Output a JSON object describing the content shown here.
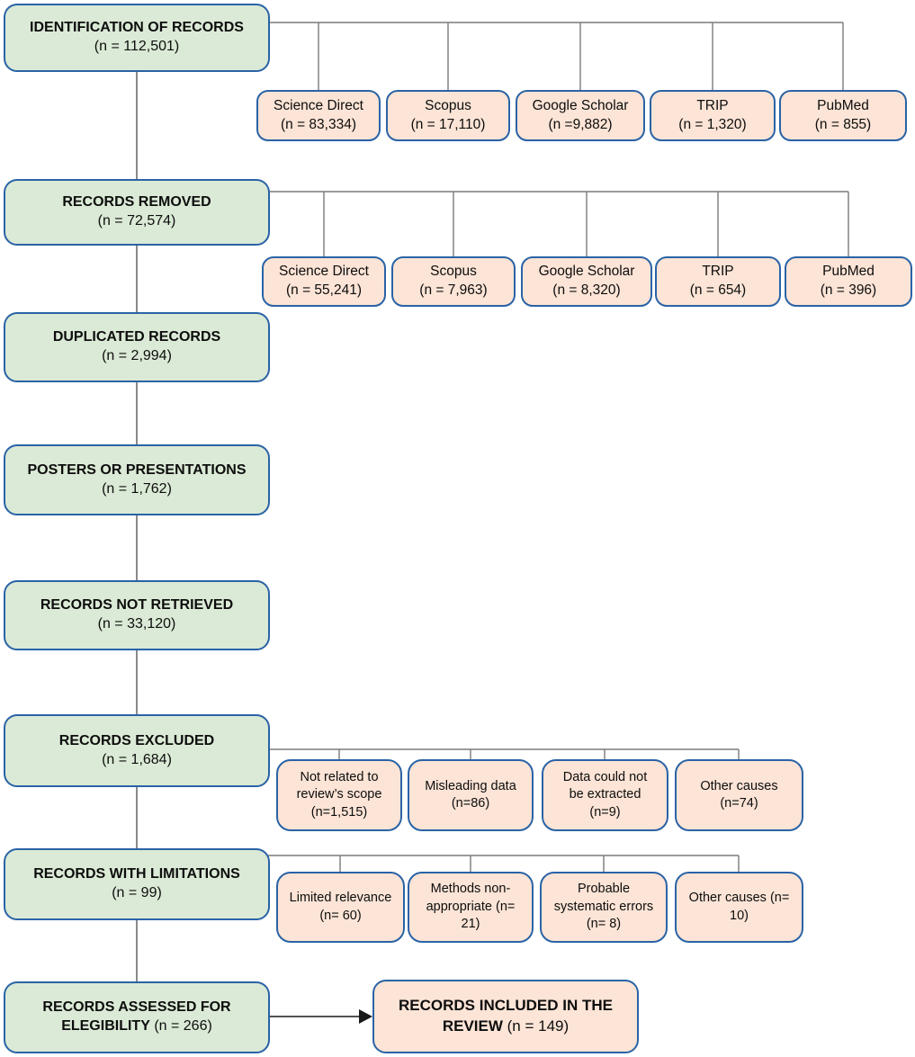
{
  "diagram": {
    "stages": [
      {
        "title": "IDENTIFICATION OF RECORDS",
        "count": "(n = 112,501)"
      },
      {
        "title": "RECORDS REMOVED",
        "count": "(n = 72,574)"
      },
      {
        "title": "DUPLICATED RECORDS",
        "count": "(n = 2,994)"
      },
      {
        "title": "POSTERS OR PRESENTATIONS",
        "count": "(n = 1,762)"
      },
      {
        "title": "RECORDS NOT RETRIEVED",
        "count": "(n = 33,120)"
      },
      {
        "title": "RECORDS EXCLUDED",
        "count": "(n = 1,684)"
      },
      {
        "title": "RECORDS WITH LIMITATIONS",
        "count": "(n = 99)"
      },
      {
        "title": "RECORDS ASSESSED FOR ELEGIBILITY",
        "count": "(n = 266)"
      }
    ],
    "sources_identified": [
      {
        "label": "Science Direct",
        "count": "(n = 83,334)"
      },
      {
        "label": "Scopus",
        "count": "(n = 17,110)"
      },
      {
        "label": "Google Scholar",
        "count": "(n =9,882)"
      },
      {
        "label": "TRIP",
        "count": "(n = 1,320)"
      },
      {
        "label": "PubMed",
        "count": "(n = 855)"
      }
    ],
    "sources_removed": [
      {
        "label": "Science Direct",
        "count": "(n = 55,241)"
      },
      {
        "label": "Scopus",
        "count": "(n = 7,963)"
      },
      {
        "label": "Google Scholar",
        "count": "(n = 8,320)"
      },
      {
        "label": "TRIP",
        "count": "(n = 654)"
      },
      {
        "label": "PubMed",
        "count": "(n = 396)"
      }
    ],
    "exclusion_reasons": [
      {
        "label": "Not related to review’s scope",
        "count": "(n=1,515)"
      },
      {
        "label": "Misleading data",
        "count": "(n=86)"
      },
      {
        "label": "Data could not be extracted",
        "count": "(n=9)"
      },
      {
        "label": "Other causes",
        "count": "(n=74)"
      }
    ],
    "limitation_reasons": [
      {
        "label": "Limited relevance",
        "count": "(n= 60)"
      },
      {
        "label": "Methods non-appropriate",
        "count": "(n= 21)"
      },
      {
        "label": "Probable systematic errors",
        "count": "(n= 8)"
      },
      {
        "label": "Other causes",
        "count": "(n= 10)"
      }
    ],
    "included": {
      "title": "RECORDS INCLUDED IN THE REVIEW",
      "count": "(n = 149)"
    }
  },
  "colors": {
    "stage_fill": "#dbead6",
    "source_fill": "#fce4d6",
    "border": "#2a63a6",
    "connector": "#7a7a7a",
    "arrow": "#1a1a1a"
  }
}
